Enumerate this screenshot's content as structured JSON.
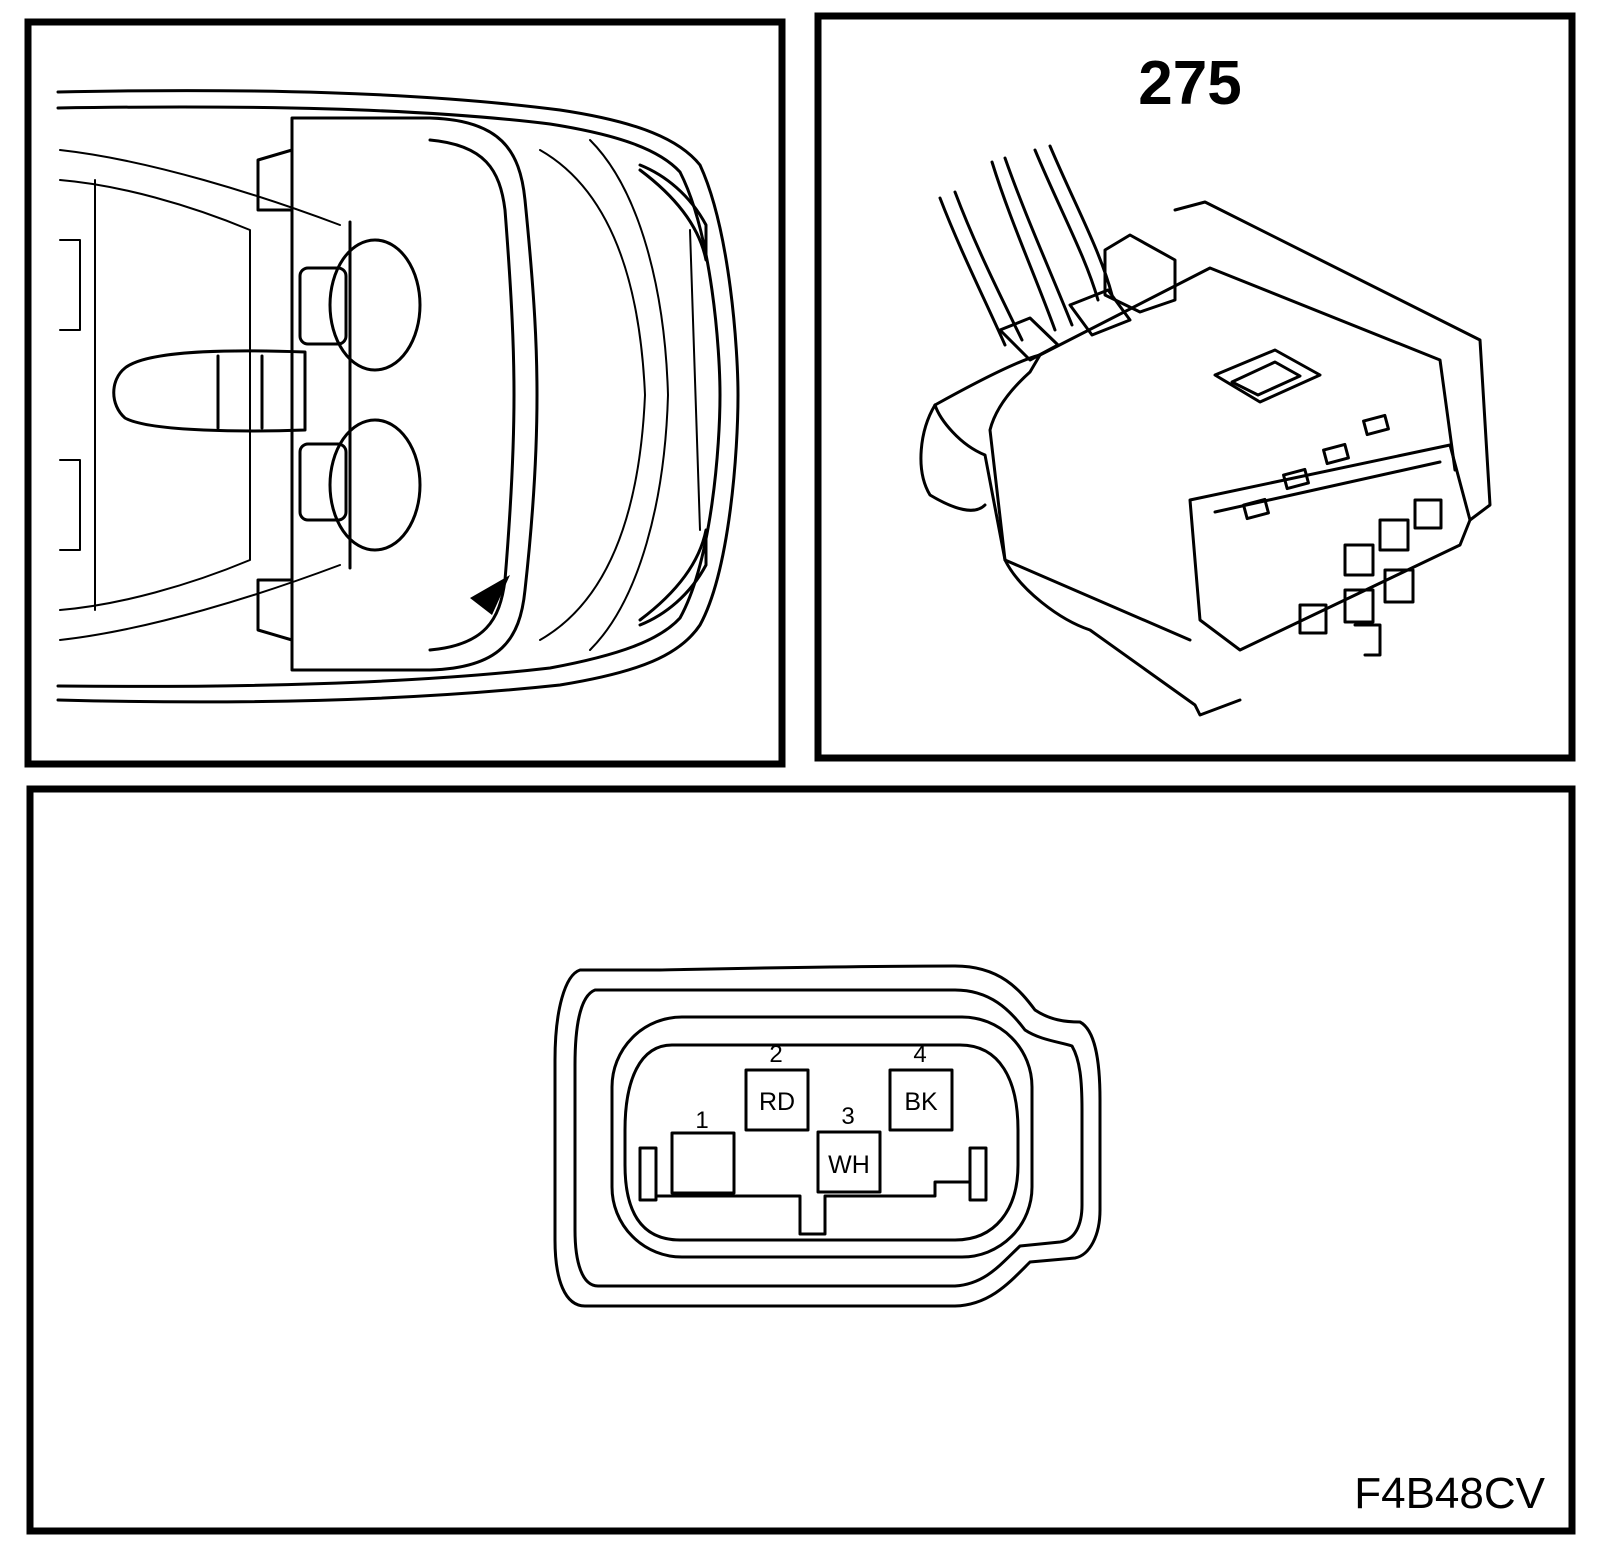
{
  "connector_number": "275",
  "figure_code": "F4B48CV",
  "pins": [
    {
      "number": "1",
      "color": ""
    },
    {
      "number": "2",
      "color": "RD"
    },
    {
      "number": "3",
      "color": "WH"
    },
    {
      "number": "4",
      "color": "BK"
    }
  ]
}
